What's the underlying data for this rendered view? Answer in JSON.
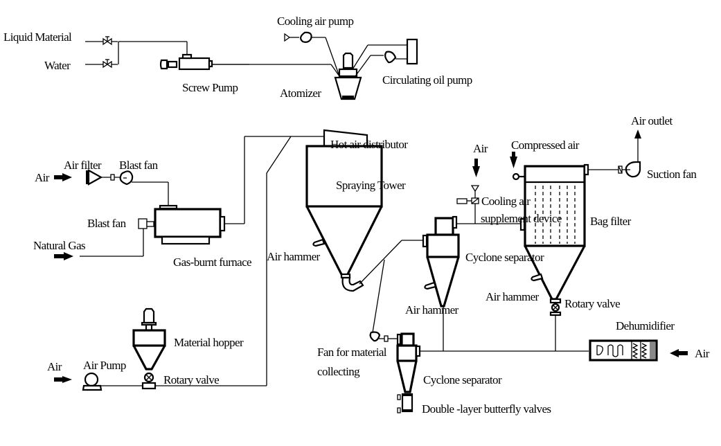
{
  "diagram": {
    "title": "Spray drying process flow",
    "colors": {
      "stroke": "#000000",
      "background": "#ffffff"
    },
    "labels": {
      "liquid_material": "Liquid Material",
      "water": "Water",
      "screw_pump": "Screw Pump",
      "cooling_air_pump": "Cooling air pump",
      "atomizer": "Atomizer",
      "circulating_oil_pump": "Circulating oil pump",
      "air_1": "Air",
      "air_filter": "Air filter",
      "blast_fan_1": "Blast fan",
      "blast_fan_2": "Blast fan",
      "natural_gas": "Natural Gas",
      "gas_burnt_furnace": "Gas-burnt furnace",
      "hot_air_distributor": "Hot air distributor",
      "spraying_tower": "Spraying Tower",
      "air_hammer_tower": "Air hammer",
      "air_2": "Air",
      "compressed_air": "Compressed air",
      "cooling_air_supplement_1": "Cooling air",
      "cooling_air_supplement_2": "supplement device",
      "cyclone_separator_1": "Cyclone separator",
      "air_hammer_cyclone": "Air hammer",
      "bag_filter": "Bag filter",
      "air_hammer_bag": "Air hammer",
      "rotary_valve_bag": "Rotary valve",
      "air_outlet": "Air outlet",
      "suction_fan": "Suction fan",
      "dehumidifier": "Dehumidifier",
      "air_dehumidifier": "Air",
      "air_3": "Air",
      "air_pump": "Air Pump",
      "material_hopper": "Material hopper",
      "rotary_valve_hopper": "Rotary valve",
      "fan_material_1": "Fan for material",
      "fan_material_2": "collecting",
      "cyclone_separator_2": "Cyclone separator",
      "butterfly_valves": "Double -layer butterfly valves"
    }
  }
}
